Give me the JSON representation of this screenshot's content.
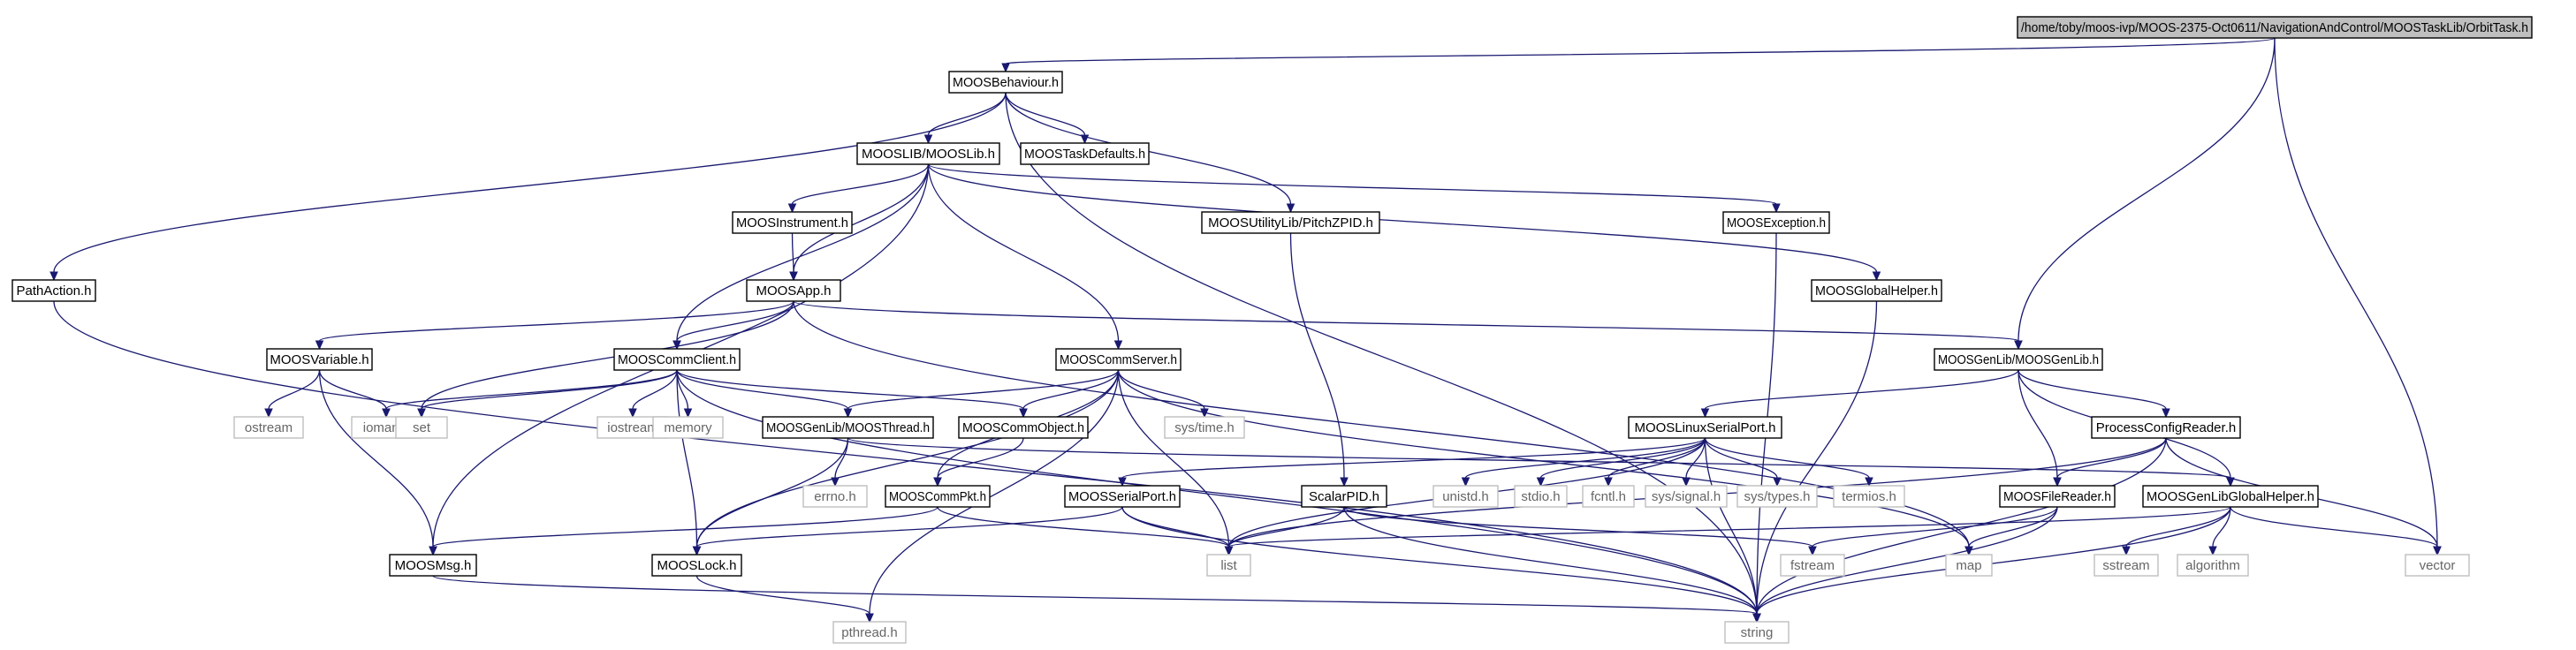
{
  "colors": {
    "edge": "#191970",
    "node_border": "#000000",
    "external_border": "#bfbfbf",
    "root_fill": "#bfbfbf",
    "node_fill": "#ffffff",
    "external_text": "#666666",
    "node_text": "#000000"
  },
  "nodes": [
    {
      "id": "root",
      "label": "/home/toby/moos-ivp/MOOS-2375-Oct0611/NavigationAndControl/MOOSTaskLib/OrbitTask.h",
      "kind": "root"
    },
    {
      "id": "behaviour",
      "label": "MOOSBehaviour.h",
      "kind": "header"
    },
    {
      "id": "moostasklib",
      "label": "MOOSLIB/MOOSLib.h",
      "kind": "header"
    },
    {
      "id": "taskdefaults",
      "label": "MOOSTaskDefaults.h",
      "kind": "header"
    },
    {
      "id": "pitchzpid",
      "label": "MOOSUtilityLib/PitchZPID.h",
      "kind": "header"
    },
    {
      "id": "instrument",
      "label": "MOOSInstrument.h",
      "kind": "header"
    },
    {
      "id": "exception",
      "label": "MOOSException.h",
      "kind": "header"
    },
    {
      "id": "pathaction",
      "label": "PathAction.h",
      "kind": "header"
    },
    {
      "id": "app",
      "label": "MOOSApp.h",
      "kind": "header"
    },
    {
      "id": "globalhelper",
      "label": "MOOSGlobalHelper.h",
      "kind": "header"
    },
    {
      "id": "variable",
      "label": "MOOSVariable.h",
      "kind": "header"
    },
    {
      "id": "commclient",
      "label": "MOOSCommClient.h",
      "kind": "header"
    },
    {
      "id": "commserver",
      "label": "MOOSCommServer.h",
      "kind": "header"
    },
    {
      "id": "genlib",
      "label": "MOOSGenLib/MOOSGenLib.h",
      "kind": "header"
    },
    {
      "id": "ostream",
      "label": "ostream",
      "kind": "external"
    },
    {
      "id": "iomanip",
      "label": "iomanip",
      "kind": "external"
    },
    {
      "id": "set",
      "label": "set",
      "kind": "external"
    },
    {
      "id": "iostream",
      "label": "iostream",
      "kind": "external"
    },
    {
      "id": "memory",
      "label": "memory",
      "kind": "external"
    },
    {
      "id": "thread",
      "label": "MOOSGenLib/MOOSThread.h",
      "kind": "header"
    },
    {
      "id": "commobject",
      "label": "MOOSCommObject.h",
      "kind": "header"
    },
    {
      "id": "systime",
      "label": "sys/time.h",
      "kind": "external"
    },
    {
      "id": "linuxserial",
      "label": "MOOSLinuxSerialPort.h",
      "kind": "header"
    },
    {
      "id": "processconfig",
      "label": "ProcessConfigReader.h",
      "kind": "header"
    },
    {
      "id": "errno",
      "label": "errno.h",
      "kind": "external"
    },
    {
      "id": "commpkt",
      "label": "MOOSCommPkt.h",
      "kind": "header"
    },
    {
      "id": "serialport",
      "label": "MOOSSerialPort.h",
      "kind": "header"
    },
    {
      "id": "scalarpid",
      "label": "ScalarPID.h",
      "kind": "header"
    },
    {
      "id": "unistd",
      "label": "unistd.h",
      "kind": "external"
    },
    {
      "id": "stdio",
      "label": "stdio.h",
      "kind": "external"
    },
    {
      "id": "fcntl",
      "label": "fcntl.h",
      "kind": "external"
    },
    {
      "id": "syssignal",
      "label": "sys/signal.h",
      "kind": "external"
    },
    {
      "id": "systypes",
      "label": "sys/types.h",
      "kind": "external"
    },
    {
      "id": "termios",
      "label": "termios.h",
      "kind": "external"
    },
    {
      "id": "filereader",
      "label": "MOOSFileReader.h",
      "kind": "header"
    },
    {
      "id": "genlibglobalhelper",
      "label": "MOOSGenLibGlobalHelper.h",
      "kind": "header"
    },
    {
      "id": "moosmsg",
      "label": "MOOSMsg.h",
      "kind": "header"
    },
    {
      "id": "mooslock",
      "label": "MOOSLock.h",
      "kind": "header"
    },
    {
      "id": "list",
      "label": "list",
      "kind": "external"
    },
    {
      "id": "fstream",
      "label": "fstream",
      "kind": "external"
    },
    {
      "id": "map",
      "label": "map",
      "kind": "external"
    },
    {
      "id": "sstream",
      "label": "sstream",
      "kind": "external"
    },
    {
      "id": "algorithm",
      "label": "algorithm",
      "kind": "external"
    },
    {
      "id": "vector",
      "label": "vector",
      "kind": "external"
    },
    {
      "id": "pthread",
      "label": "pthread.h",
      "kind": "external"
    },
    {
      "id": "string",
      "label": "string",
      "kind": "external"
    }
  ],
  "edges": [
    [
      "root",
      "behaviour"
    ],
    [
      "root",
      "genlib"
    ],
    [
      "root",
      "vector"
    ],
    [
      "behaviour",
      "moostasklib"
    ],
    [
      "behaviour",
      "taskdefaults"
    ],
    [
      "behaviour",
      "pitchzpid"
    ],
    [
      "behaviour",
      "pathaction"
    ],
    [
      "behaviour",
      "string"
    ],
    [
      "moostasklib",
      "instrument"
    ],
    [
      "moostasklib",
      "exception"
    ],
    [
      "moostasklib",
      "app"
    ],
    [
      "moostasklib",
      "globalhelper"
    ],
    [
      "moostasklib",
      "commclient"
    ],
    [
      "moostasklib",
      "commserver"
    ],
    [
      "moostasklib",
      "moosmsg"
    ],
    [
      "instrument",
      "app"
    ],
    [
      "app",
      "variable"
    ],
    [
      "app",
      "commclient"
    ],
    [
      "app",
      "genlib"
    ],
    [
      "app",
      "set"
    ],
    [
      "app",
      "map"
    ],
    [
      "variable",
      "ostream"
    ],
    [
      "variable",
      "iomanip"
    ],
    [
      "variable",
      "moosmsg"
    ],
    [
      "commclient",
      "iomanip"
    ],
    [
      "commclient",
      "set"
    ],
    [
      "commclient",
      "iostream"
    ],
    [
      "commclient",
      "memory"
    ],
    [
      "commclient",
      "thread"
    ],
    [
      "commclient",
      "commobject"
    ],
    [
      "commclient",
      "mooslock"
    ],
    [
      "commclient",
      "string"
    ],
    [
      "commserver",
      "thread"
    ],
    [
      "commserver",
      "commobject"
    ],
    [
      "commserver",
      "systime"
    ],
    [
      "commserver",
      "commpkt"
    ],
    [
      "commserver",
      "mooslock"
    ],
    [
      "commserver",
      "list"
    ],
    [
      "commserver",
      "map"
    ],
    [
      "commserver",
      "pthread"
    ],
    [
      "commobject",
      "commpkt"
    ],
    [
      "thread",
      "errno"
    ],
    [
      "thread",
      "mooslock"
    ],
    [
      "thread",
      "genlibglobalhelper"
    ],
    [
      "commpkt",
      "moosmsg"
    ],
    [
      "commpkt",
      "list"
    ],
    [
      "pitchzpid",
      "scalarpid"
    ],
    [
      "scalarpid",
      "list"
    ],
    [
      "scalarpid",
      "fstream"
    ],
    [
      "scalarpid",
      "string"
    ],
    [
      "exception",
      "string"
    ],
    [
      "globalhelper",
      "string"
    ],
    [
      "pathaction",
      "string"
    ],
    [
      "genlib",
      "linuxserial"
    ],
    [
      "genlib",
      "processconfig"
    ],
    [
      "genlib",
      "filereader"
    ],
    [
      "genlib",
      "genlibglobalhelper"
    ],
    [
      "linuxserial",
      "serialport"
    ],
    [
      "linuxserial",
      "unistd"
    ],
    [
      "linuxserial",
      "stdio"
    ],
    [
      "linuxserial",
      "fcntl"
    ],
    [
      "linuxserial",
      "syssignal"
    ],
    [
      "linuxserial",
      "systypes"
    ],
    [
      "linuxserial",
      "termios"
    ],
    [
      "linuxserial",
      "list"
    ],
    [
      "linuxserial",
      "string"
    ],
    [
      "processconfig",
      "filereader"
    ],
    [
      "processconfig",
      "list"
    ],
    [
      "processconfig",
      "vector"
    ],
    [
      "processconfig",
      "string"
    ],
    [
      "serialport",
      "mooslock"
    ],
    [
      "serialport",
      "list"
    ],
    [
      "serialport",
      "string"
    ],
    [
      "filereader",
      "map"
    ],
    [
      "filereader",
      "fstream"
    ],
    [
      "filereader",
      "string"
    ],
    [
      "genlibglobalhelper",
      "list"
    ],
    [
      "genlibglobalhelper",
      "sstream"
    ],
    [
      "genlibglobalhelper",
      "algorithm"
    ],
    [
      "genlibglobalhelper",
      "vector"
    ],
    [
      "genlibglobalhelper",
      "string"
    ],
    [
      "moosmsg",
      "string"
    ],
    [
      "mooslock",
      "pthread"
    ]
  ]
}
